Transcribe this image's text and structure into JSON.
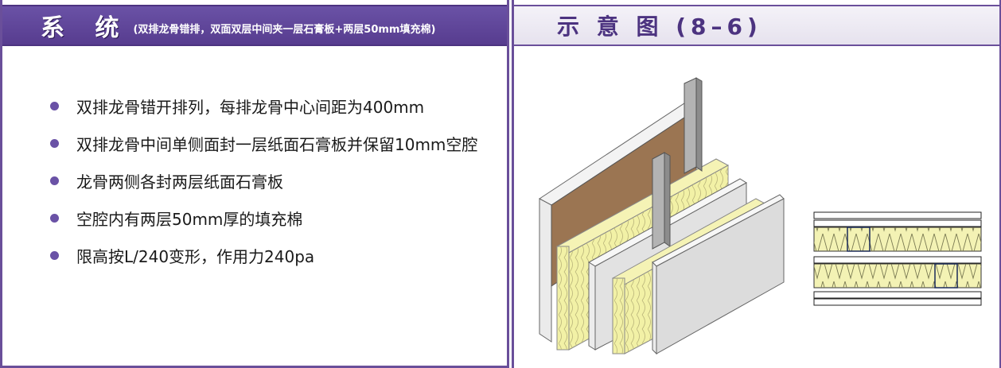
{
  "left": {
    "title": "系 统",
    "subtitle": "(双排龙骨错排，双面双层中间夹一层石膏板+两层50mm填充棉)",
    "bullets": [
      "双排龙骨错开排列，每排龙骨中心间距为400mm",
      "双排龙骨中间单侧面封一层纸面石膏板并保留10mm空腔",
      "龙骨两侧各封两层纸面石膏板",
      "空腔内有两层50mm厚的填充棉",
      "限高按L/240变形，作用力240pa"
    ]
  },
  "right": {
    "title": "示 意 图 (8–6)"
  },
  "colors": {
    "accent": "#6a52a6",
    "insulation": "#f2f1a6",
    "board": "#e4e4e4",
    "stud": "#a6a6a6"
  }
}
